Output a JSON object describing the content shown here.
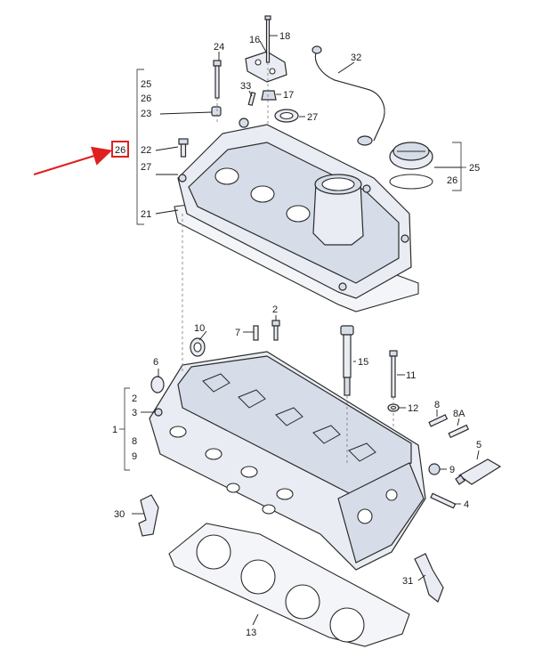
{
  "callouts": {
    "c18": "18",
    "c16": "16",
    "c24": "24",
    "c32": "32",
    "c33": "33",
    "c17": "17",
    "c27a": "27",
    "c25a": "25",
    "c26a": "26",
    "c23": "23",
    "c26sel": "26",
    "c22": "22",
    "c27b": "27",
    "c21": "21",
    "c25b": "25",
    "c26b": "26",
    "c10": "10",
    "c7": "7",
    "c2a": "2",
    "c15": "15",
    "c6": "6",
    "c11": "11",
    "c2b": "2",
    "c3": "3",
    "c12": "12",
    "c1": "1",
    "c8a": "8",
    "c8b": "8",
    "c8A": "8A",
    "c9a": "9",
    "c5": "5",
    "c9b": "9",
    "c4": "4",
    "c30": "30",
    "c31": "31",
    "c13": "13"
  },
  "colors": {
    "highlight": "#e02020",
    "arrow": "#e02020"
  }
}
